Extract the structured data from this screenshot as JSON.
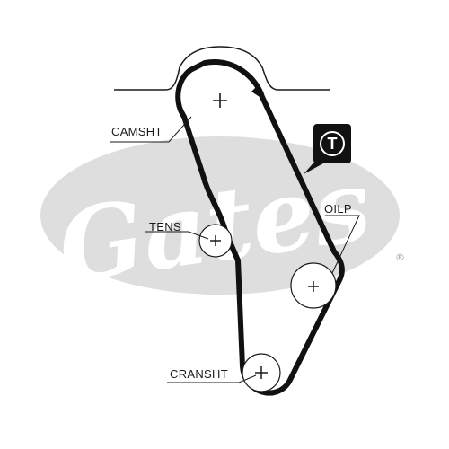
{
  "labels": {
    "camshaft": "CAMSHT",
    "tensioner": "TENS",
    "oil_pump": "OILP",
    "crankshaft": "CRANSHT"
  },
  "badge": {
    "letter": "T"
  },
  "watermark": {
    "brand": "Gates",
    "trademark": "®"
  },
  "colors": {
    "line": "#1a1a1a",
    "belt": "#111111",
    "watermark": "#dcdcdc",
    "badge_bg": "#111111"
  }
}
